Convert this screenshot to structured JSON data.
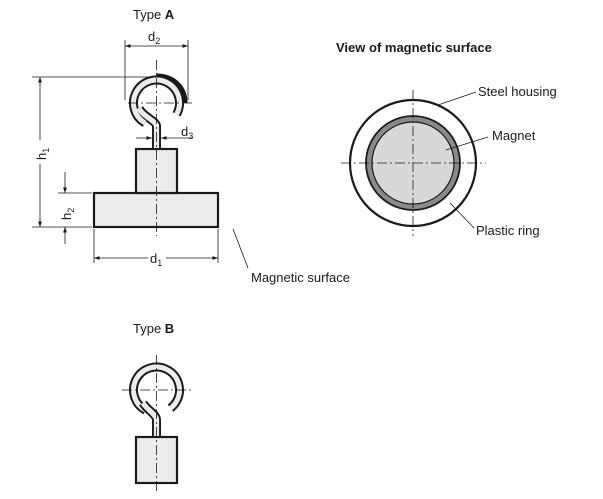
{
  "type_a": {
    "prefix": "Type ",
    "letter": "A",
    "dims": {
      "d2": {
        "base": "d",
        "sub": "2"
      },
      "d3": {
        "base": "d",
        "sub": "3"
      },
      "d1": {
        "base": "d",
        "sub": "1"
      },
      "h1": {
        "base": "h",
        "sub": "1"
      },
      "h2": {
        "base": "h",
        "sub": "2"
      }
    },
    "magnetic_surface": "Magnetic surface"
  },
  "surface_view": {
    "title": "View of magnetic surface",
    "steel_housing": "Steel housing",
    "magnet": "Magnet",
    "plastic_ring": "Plastic ring"
  },
  "type_b": {
    "prefix": "Type ",
    "letter": "B"
  }
}
